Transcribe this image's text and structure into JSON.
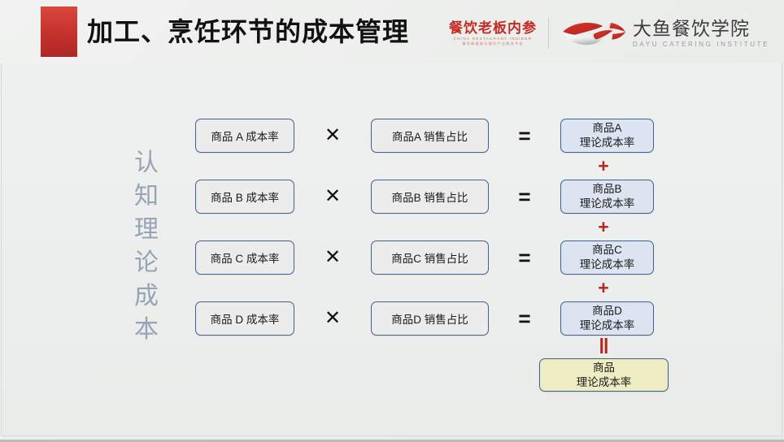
{
  "header": {
    "title": "加工、烹饪环节的成本管理",
    "accent_bar_color": "#c8352f",
    "logos": {
      "insider": {
        "cn": "餐饮老板内参",
        "en": "CHINA RESTAURANT INSIDER",
        "tagline": "餐饮新媒体与餐饮产业服务平台"
      },
      "dayu": {
        "cn": "大鱼餐饮学院",
        "en": "DAYU CATERING INSTITUTE"
      }
    }
  },
  "side_label": {
    "characters": [
      "认",
      "知",
      "理",
      "论",
      "成",
      "本"
    ],
    "color": "#97a4b6"
  },
  "diagram": {
    "operators": {
      "times": "✕",
      "equals": "=",
      "plus": "+",
      "double_equals": "‖"
    },
    "rows": [
      {
        "cost": "商品 A 成本率",
        "share": "商品A 销售占比",
        "result_line1": "商品A",
        "result_line2": "理论成本率"
      },
      {
        "cost": "商品 B 成本率",
        "share": "商品B 销售占比",
        "result_line1": "商品B",
        "result_line2": "理论成本率"
      },
      {
        "cost": "商品 C 成本率",
        "share": "商品C 销售占比",
        "result_line1": "商品C",
        "result_line2": "理论成本率"
      },
      {
        "cost": "商品 D 成本率",
        "share": "商品D 销售占比",
        "result_line1": "商品D",
        "result_line2": "理论成本率"
      }
    ],
    "total": {
      "line1": "商品",
      "line2": "理论成本率",
      "fill_color": "#eeecc2"
    },
    "colors": {
      "box_border": "#41618f",
      "result_fill": "#dde4f1",
      "operand_fill": "#ebeceb",
      "red_operator": "#b8271f"
    }
  }
}
